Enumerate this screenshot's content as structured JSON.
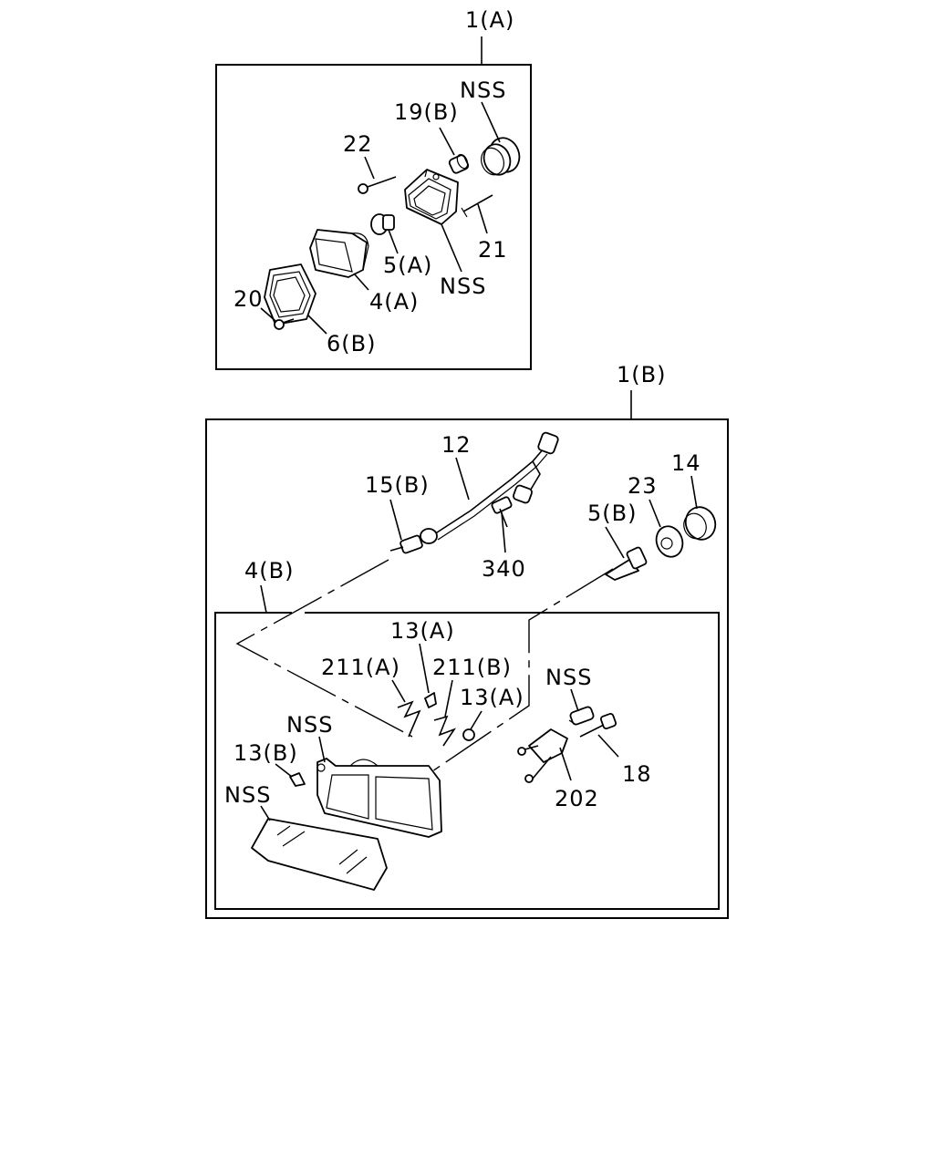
{
  "labels": {
    "assy_1a": "1(A)",
    "nss_socket_cover": "NSS",
    "bulb_socket_19b": "19(B)",
    "screw_22": "22",
    "screw_21": "21",
    "bulb_5a": "5(A)",
    "nss_housing": "NSS",
    "lamp_4a": "4(A)",
    "screw_20": "20",
    "rim_6b": "6(B)",
    "assy_1b": "1(B)",
    "harness_12": "12",
    "socket_15b": "15(B)",
    "clip_340": "340",
    "seal_14": "14",
    "cover_23": "23",
    "bulb_5b": "5(B)",
    "lamp_4b": "4(B)",
    "clip_13a_upper": "13(A)",
    "spring_211a": "211(A)",
    "spring_211b": "211(B)",
    "clip_13a_lower": "13(A)",
    "nss_bolt": "NSS",
    "nss_body": "NSS",
    "clip_13b": "13(B)",
    "bolt_18": "18",
    "bracket_202": "202",
    "nss_lens": "NSS"
  }
}
